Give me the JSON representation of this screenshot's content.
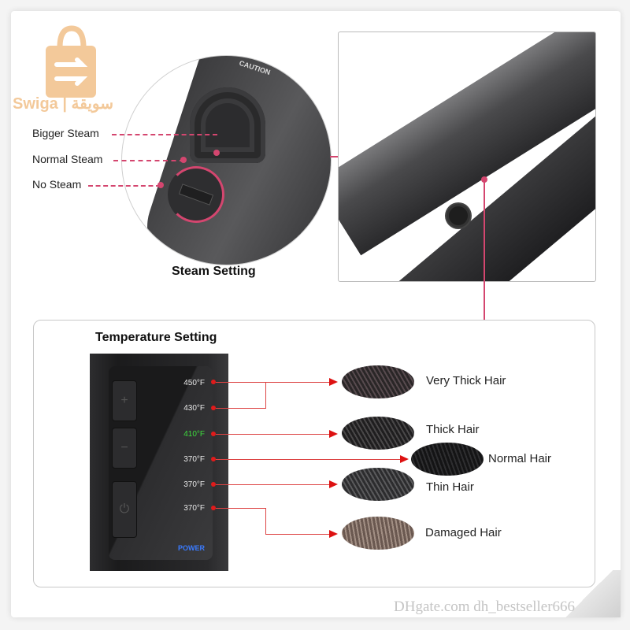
{
  "brand": {
    "logo_text": "Swiga | سويقة",
    "color": "#f3c99a"
  },
  "steam": {
    "title": "Steam Setting",
    "caution_text": "CAUTION",
    "labels": [
      "Bigger Steam",
      "Normal Steam",
      "No Steam"
    ],
    "accent": "#d4466f"
  },
  "temperature": {
    "title": "Temperature Setting",
    "buttons": [
      "+",
      "−",
      "⏻"
    ],
    "power_label": "POWER",
    "readings": [
      {
        "value": "450°F",
        "color": "#e8e8e8"
      },
      {
        "value": "430°F",
        "color": "#e8e8e8"
      },
      {
        "value": "410°F",
        "color": "#3ddc3d"
      },
      {
        "value": "370°F",
        "color": "#e8e8e8"
      },
      {
        "value": "370°F",
        "color": "#e8e8e8"
      },
      {
        "value": "370°F",
        "color": "#e8e8e8"
      }
    ],
    "hair_types": [
      {
        "label": "Very Thick Hair",
        "color": "#3a3234"
      },
      {
        "label": "Thick Hair",
        "color": "#2e2d2e"
      },
      {
        "label": "Normal Hair",
        "color": "#1c1c1d"
      },
      {
        "label": "Thin Hair",
        "color": "#3f3f41"
      },
      {
        "label": "Damaged Hair",
        "color": "#7d6a60"
      }
    ]
  },
  "watermark": "DHgate.com  dh_bestseller666"
}
